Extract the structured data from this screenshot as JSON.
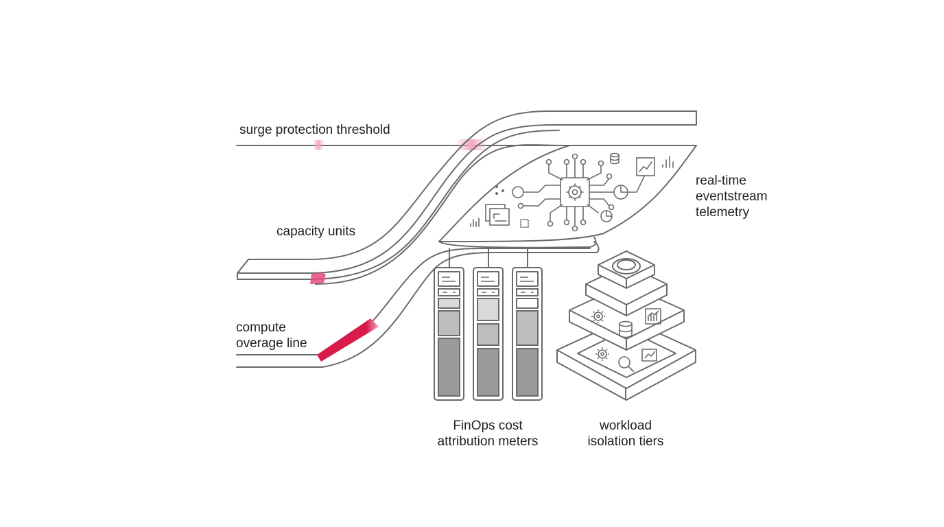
{
  "labels": {
    "surge": [
      "surge protection threshold"
    ],
    "capacity": [
      "capacity units"
    ],
    "compute": [
      "compute",
      "overage line"
    ],
    "telemetry": [
      "real-time",
      "eventstream",
      "telemetry"
    ],
    "finops": [
      "FinOps cost",
      "attribution meters"
    ],
    "workload": [
      "workload",
      "isolation tiers"
    ]
  },
  "colors": {
    "stroke": "#6a6a6a",
    "accent": "#d81b4a",
    "accent_soft": "#f3a7bd",
    "meter_light": "#d9d9d9",
    "meter_mid": "#bdbdbd",
    "meter_dark": "#9a9a9a"
  },
  "icons": {
    "hub": "gear-chip-icon",
    "tiers": [
      "target-ring-icon",
      "gear-icon",
      "database-icon",
      "bar-chart-icon",
      "search-icon",
      "trend-chart-icon"
    ]
  }
}
